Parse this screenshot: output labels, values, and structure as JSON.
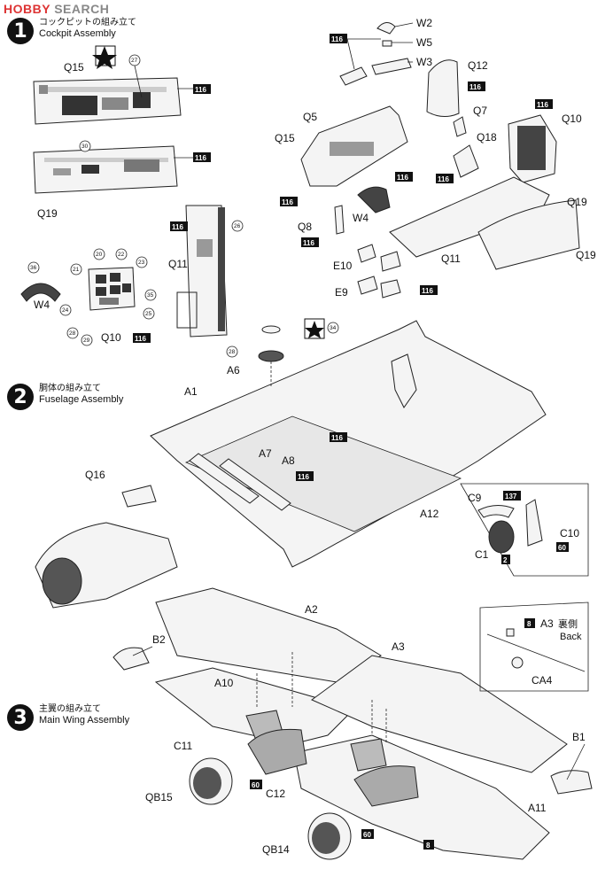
{
  "watermark": {
    "brand": "HOBBY",
    "rest": "SEARCH"
  },
  "steps": [
    {
      "num": "1",
      "jp": "コックピットの組み立て",
      "en": "Cockpit Assembly"
    },
    {
      "num": "2",
      "jp": "胴体の組み立て",
      "en": "Fuselage Assembly"
    },
    {
      "num": "3",
      "jp": "主翼の組み立て",
      "en": "Main Wing Assembly"
    }
  ],
  "inset_back": {
    "part": "A3",
    "jp": "裏側",
    "en": "Back"
  },
  "paint_codes": {
    "c116": "116",
    "c137": "137",
    "c60": "60",
    "c8": "8",
    "c2": "2"
  },
  "labels": {
    "Q15": "Q15",
    "Q19": "Q19",
    "Q11": "Q11",
    "W4": "W4",
    "Q10": "Q10",
    "W2": "W2",
    "W5": "W5",
    "W3": "W3",
    "Q12": "Q12",
    "Q5": "Q5",
    "Q7": "Q7",
    "Q18": "Q18",
    "Q8": "Q8",
    "E10": "E10",
    "E9": "E9",
    "A6": "A6",
    "A1": "A1",
    "A7": "A7",
    "A8": "A8",
    "A12": "A12",
    "Q16": "Q16",
    "C9": "C9",
    "C1": "C1",
    "C10": "C10",
    "A2": "A2",
    "B2": "B2",
    "A10": "A10",
    "A3": "A3",
    "CA4": "CA4",
    "C11": "C11",
    "C12": "C12",
    "QB15": "QB15",
    "QB14": "QB14",
    "A11": "A11",
    "B1": "B1"
  },
  "decal_numbers": [
    "27",
    "30",
    "26",
    "36",
    "20",
    "22",
    "23",
    "21",
    "35",
    "24",
    "25",
    "28",
    "29",
    "34",
    "28"
  ]
}
